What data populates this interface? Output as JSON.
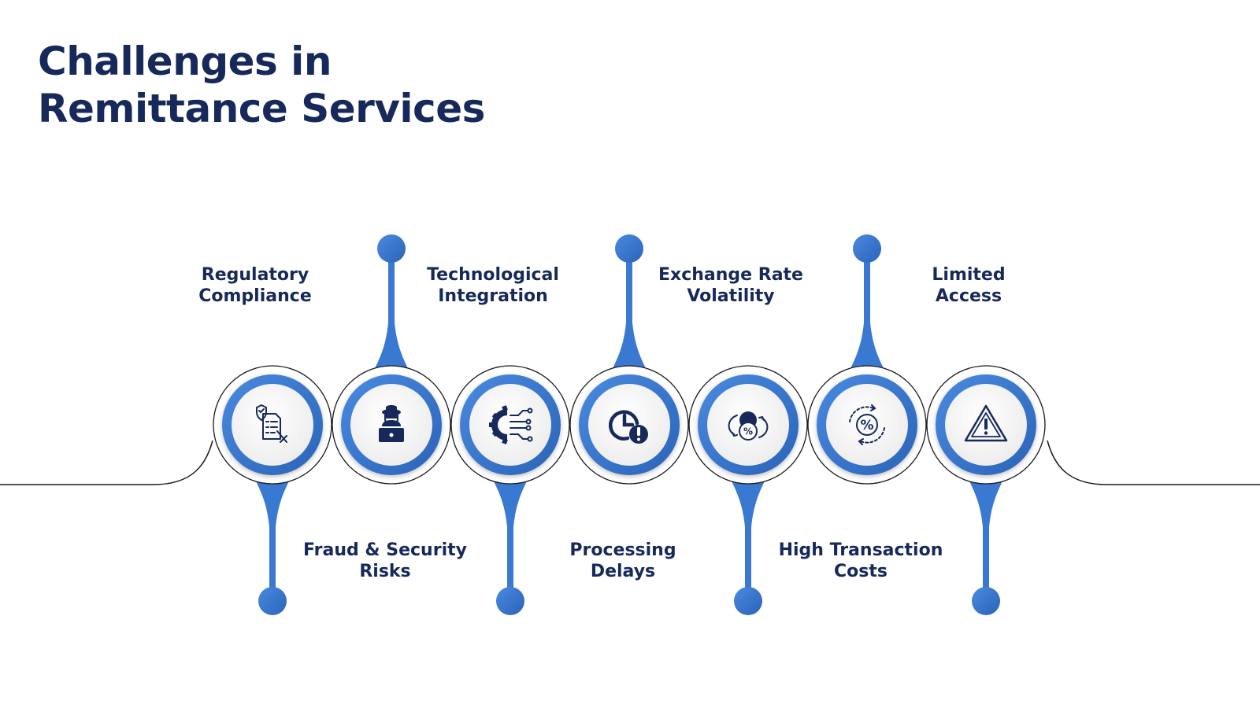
{
  "title": {
    "line1": "Challenges in",
    "line2": "Remittance Services"
  },
  "colors": {
    "title": "#16295a",
    "accent": "#3776d0",
    "accent_dark": "#2457a8",
    "ring": "#1a1a1a"
  },
  "steps": [
    {
      "line1": "Regulatory",
      "line2": "Compliance",
      "icon": "checklist-shield-icon",
      "position": "top"
    },
    {
      "line1": "Fraud & Security",
      "line2": "Risks",
      "icon": "hacker-laptop-icon",
      "position": "bottom"
    },
    {
      "line1": "Technological",
      "line2": "Integration",
      "icon": "gear-circuit-icon",
      "position": "top"
    },
    {
      "line1": "Processing",
      "line2": "Delays",
      "icon": "clock-alert-icon",
      "position": "bottom"
    },
    {
      "line1": "Exchange Rate",
      "line2": "Volatility",
      "icon": "currency-exchange-icon",
      "position": "top"
    },
    {
      "line1": "High Transaction",
      "line2": "Costs",
      "icon": "percent-cycle-icon",
      "position": "bottom"
    },
    {
      "line1": "Limited",
      "line2": "Access",
      "icon": "warning-triangle-icon",
      "position": "top"
    }
  ]
}
